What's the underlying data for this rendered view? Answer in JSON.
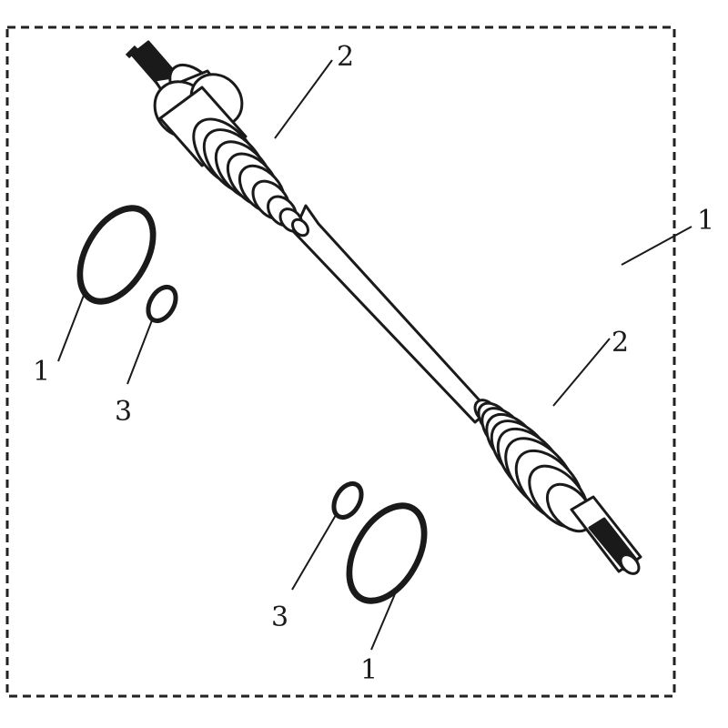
{
  "diagram": {
    "callouts": [
      {
        "id": "callout-1-right",
        "label": "1"
      },
      {
        "id": "callout-2-top",
        "label": "2"
      },
      {
        "id": "callout-2-bottom",
        "label": "2"
      },
      {
        "id": "callout-1-left",
        "label": "1"
      },
      {
        "id": "callout-3-left",
        "label": "3"
      },
      {
        "id": "callout-3-bottom",
        "label": "3"
      },
      {
        "id": "callout-1-bottom",
        "label": "1"
      }
    ],
    "colors": {
      "line": "#1a1a1a",
      "fill": "#ffffff",
      "border": "#222222"
    }
  }
}
